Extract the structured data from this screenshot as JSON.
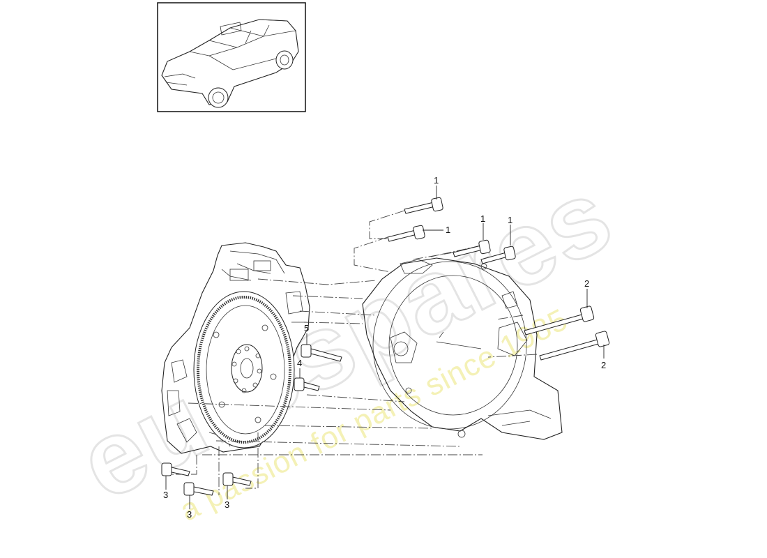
{
  "watermark": {
    "brand": "eurospares",
    "tagline": "a passion for parts since 1985"
  },
  "thumbnail": {
    "icon": "car-suv-icon"
  },
  "callouts": [
    {
      "id": "c1a",
      "number": "1"
    },
    {
      "id": "c1b",
      "number": "1"
    },
    {
      "id": "c1c",
      "number": "1"
    },
    {
      "id": "c1d",
      "number": "1"
    },
    {
      "id": "c2a",
      "number": "2"
    },
    {
      "id": "c2b",
      "number": "2"
    },
    {
      "id": "c3a",
      "number": "3"
    },
    {
      "id": "c3b",
      "number": "3"
    },
    {
      "id": "c3c",
      "number": "3"
    },
    {
      "id": "c4",
      "number": "4"
    },
    {
      "id": "c5",
      "number": "5"
    }
  ],
  "colors": {
    "watermark_outline": "#e4e4e4",
    "watermark_tagline": "#f4f1b6",
    "line": "#222222"
  }
}
